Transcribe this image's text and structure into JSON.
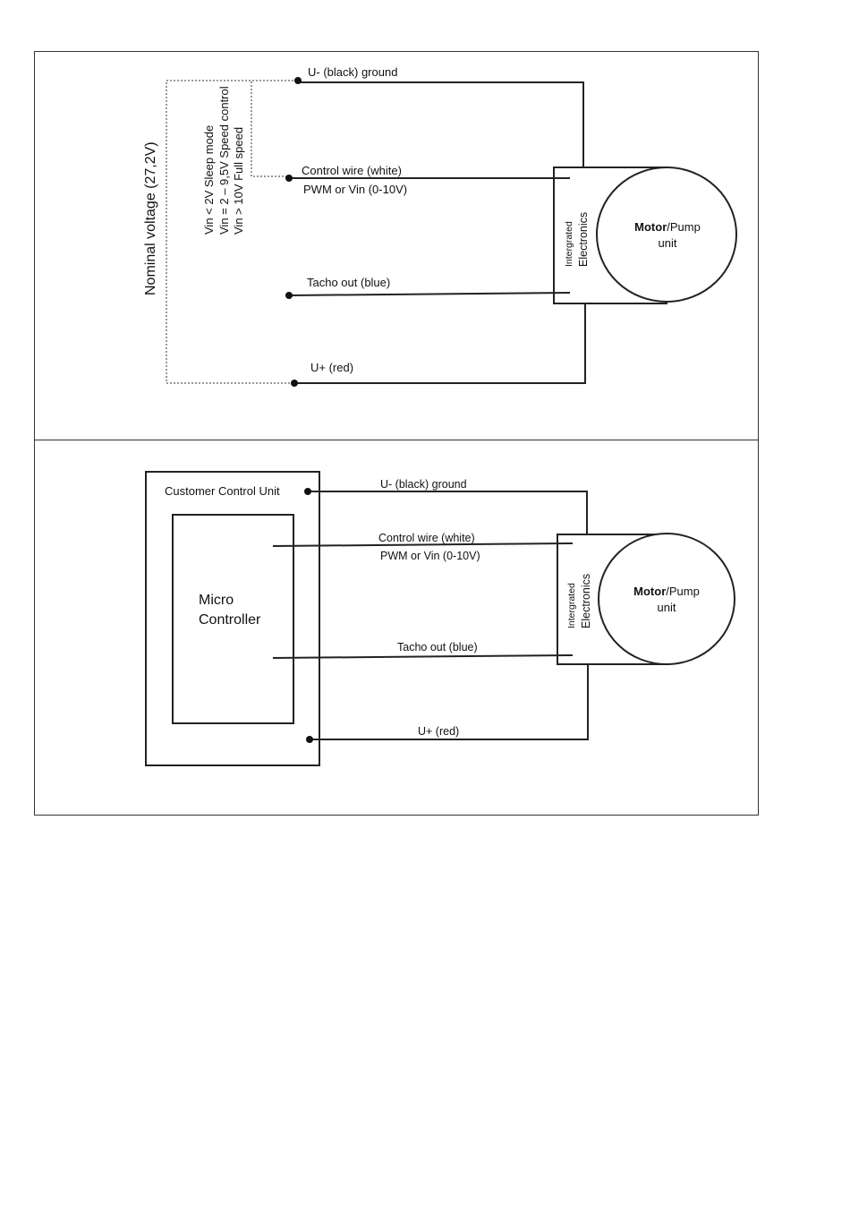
{
  "top_panel": {
    "wire_ground": "U- (black) ground",
    "wire_control": "Control wire (white)",
    "wire_control_sub": "PWM or Vin (0-10V)",
    "wire_tacho": "Tacho out (blue)",
    "wire_supply": "U+ (red)",
    "nominal_voltage": "Nominal voltage (27,2V)",
    "modes": [
      "Vin < 2V Sleep mode",
      "Vin = 2 – 9,5V Speed control",
      "Vin > 10V Full speed"
    ],
    "electronics_line1": "Intergrated",
    "electronics_line2": "Electronics",
    "motor_bold": "Motor",
    "motor_rest": "/Pump",
    "motor_line2": "unit"
  },
  "bottom_panel": {
    "customer_control_unit": "Customer Control Unit",
    "micro_line1": "Micro",
    "micro_line2": "Controller",
    "wire_ground": "U- (black) ground",
    "wire_control": "Control wire (white)",
    "wire_control_sub": "PWM or Vin (0-10V)",
    "wire_tacho": "Tacho out (blue)",
    "wire_supply": "U+ (red)",
    "electronics_line1": "Intergrated",
    "electronics_line2": "Electronics",
    "motor_bold": "Motor",
    "motor_rest": "/Pump",
    "motor_line2": "unit"
  }
}
